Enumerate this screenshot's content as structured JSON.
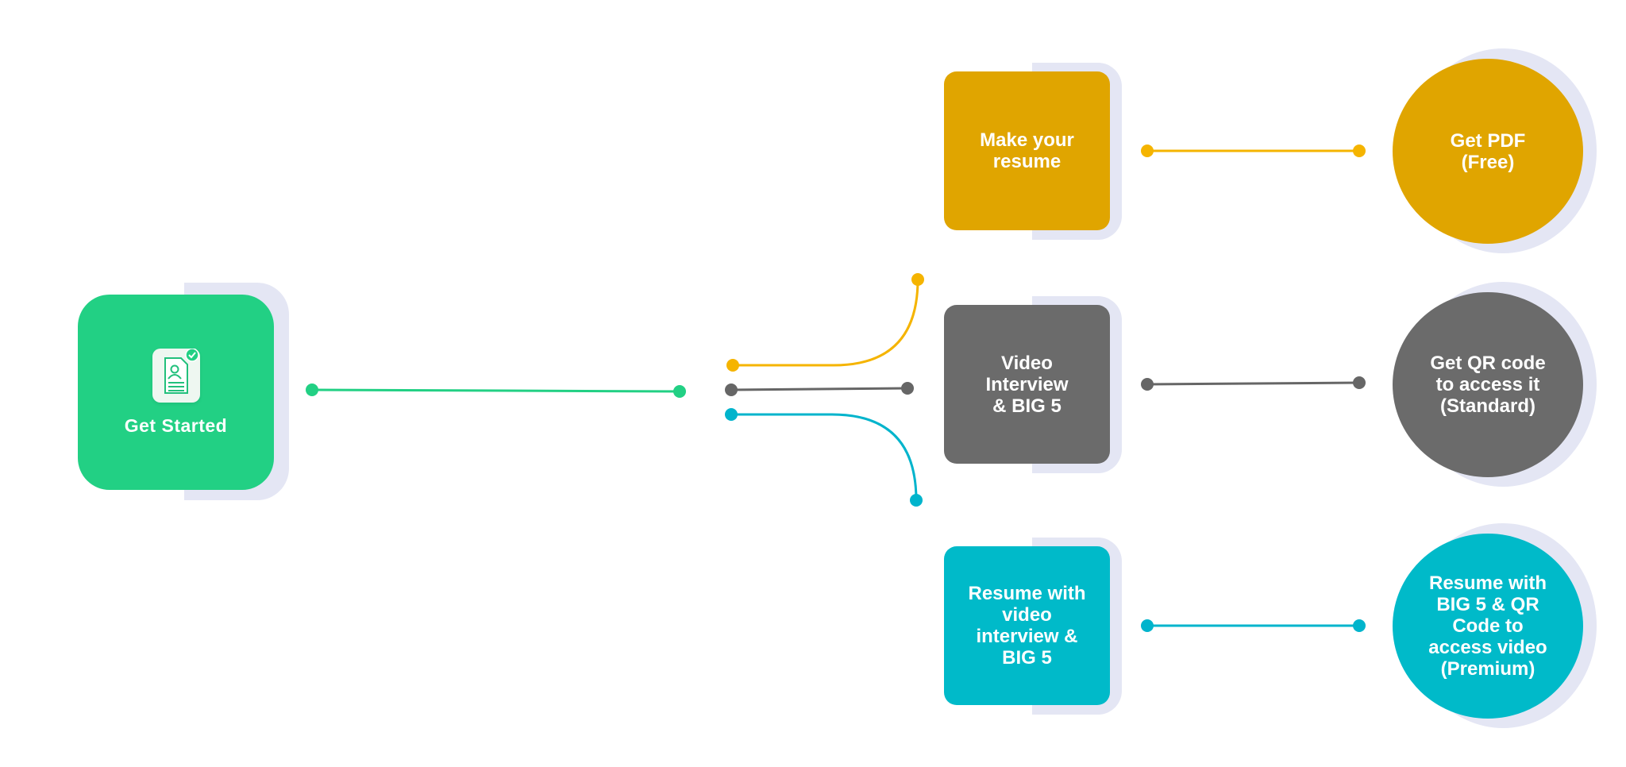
{
  "start": {
    "label": "Get Started",
    "icon": "resume-check-icon"
  },
  "steps": [
    {
      "label": "Make your\nresume",
      "color": "#e0a500"
    },
    {
      "label": "Video\nInterview\n& BIG 5",
      "color": "#6b6b6b"
    },
    {
      "label": "Resume with\nvideo\ninterview &\nBIG 5",
      "color": "#00bac9"
    }
  ],
  "outcomes": [
    {
      "label": "Get PDF\n(Free)",
      "color": "#e0a500"
    },
    {
      "label": "Get QR code\nto access it\n(Standard)",
      "color": "#6b6b6b"
    },
    {
      "label": "Resume with\nBIG 5 & QR\nCode to\naccess video\n(Premium)",
      "color": "#00bac9"
    }
  ],
  "colors": {
    "start": "#22d084",
    "yellow": "#f5b400",
    "gray": "#666666",
    "teal": "#00b4cc",
    "shadow": "#e4e6f4"
  }
}
